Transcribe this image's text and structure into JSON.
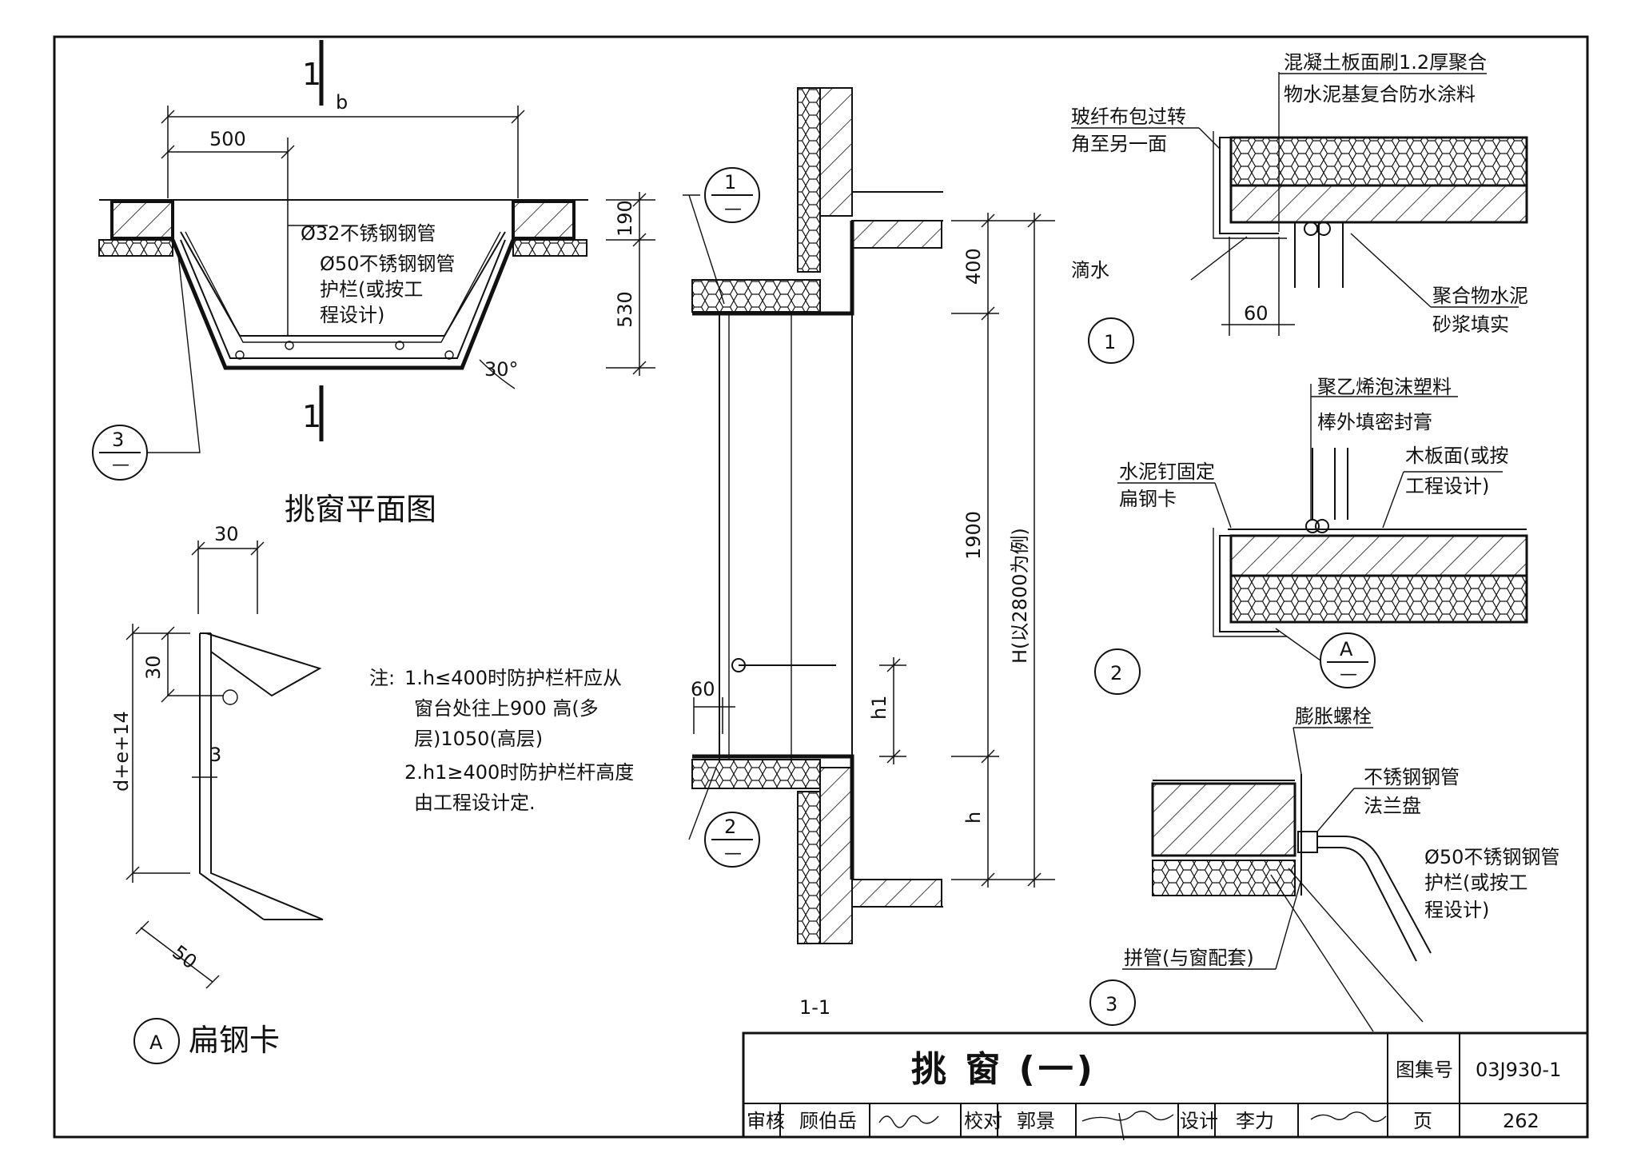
{
  "plan": {
    "title": "挑窗平面图",
    "section_mark": "1",
    "dim_b": "b",
    "dim_500": "500",
    "dim_190": "190",
    "dim_530": "530",
    "angle": "30°",
    "pipe32": "Ø32不锈钢钢管",
    "pipe50_1": "Ø50不锈钢钢管",
    "pipe50_2": "护栏(或按工",
    "pipe50_3": "程设计)",
    "callout3_num": "3",
    "callout3_sub": "—"
  },
  "detailA": {
    "dim_30_top": "30",
    "dim_30_side": "30",
    "dim_de": "d+e+14",
    "dim_3": "3",
    "dim_50": "50",
    "tag": "A",
    "title": "扁钢卡"
  },
  "notes": {
    "prefix": "注:",
    "line1": "1.h≤400时防护栏杆应从",
    "line2": "窗台处往上900 高(多",
    "line3": "层)1050(高层)",
    "line4": "2.h1≥400时防护栏杆高度",
    "line5": "由工程设计定."
  },
  "section": {
    "title": "1-1",
    "dim_400": "400",
    "dim_1900": "1900",
    "dim_H": "H(以2800为例)",
    "dim_h": "h",
    "dim_h1": "h1",
    "dim_60": "60",
    "callout1_num": "1",
    "callout2_num": "2",
    "callout_sub": "—"
  },
  "detail1": {
    "label_top1": "混凝土板面刷1.2厚聚合",
    "label_top2": "物水泥基复合防水涂料",
    "label_left1": "玻纤布包过转",
    "label_left2": "角至另一面",
    "label_drip": "滴水",
    "label_right1": "聚合物水泥",
    "label_right2": "砂浆填实",
    "dim_60": "60",
    "tag": "1"
  },
  "detail2": {
    "label_top1": "聚乙烯泡沫塑料",
    "label_top2": "棒外填密封膏",
    "label_left1": "水泥钉固定",
    "label_left2": "扁钢卡",
    "label_right1": "木板面(或按",
    "label_right2": "工程设计)",
    "callA": "A",
    "callA_sub": "—",
    "tag": "2"
  },
  "detail3": {
    "label_bolt": "膨胀螺栓",
    "label_pipe1": "不锈钢钢管",
    "label_pipe2": "法兰盘",
    "label_rail1": "Ø50不锈钢钢管",
    "label_rail2": "护栏(或按工",
    "label_rail3": "程设计)",
    "label_mull": "拼管(与窗配套)",
    "tag": "3"
  },
  "titleblock": {
    "title": "挑  窗  (一)",
    "atlas_label": "图集号",
    "atlas_no": "03J930-1",
    "review_label": "审核",
    "review_name": "顾伯岳",
    "check_label": "校对",
    "check_name": "郭景",
    "design_label": "设计",
    "design_name": "李力",
    "page_label": "页",
    "page_no": "262"
  }
}
